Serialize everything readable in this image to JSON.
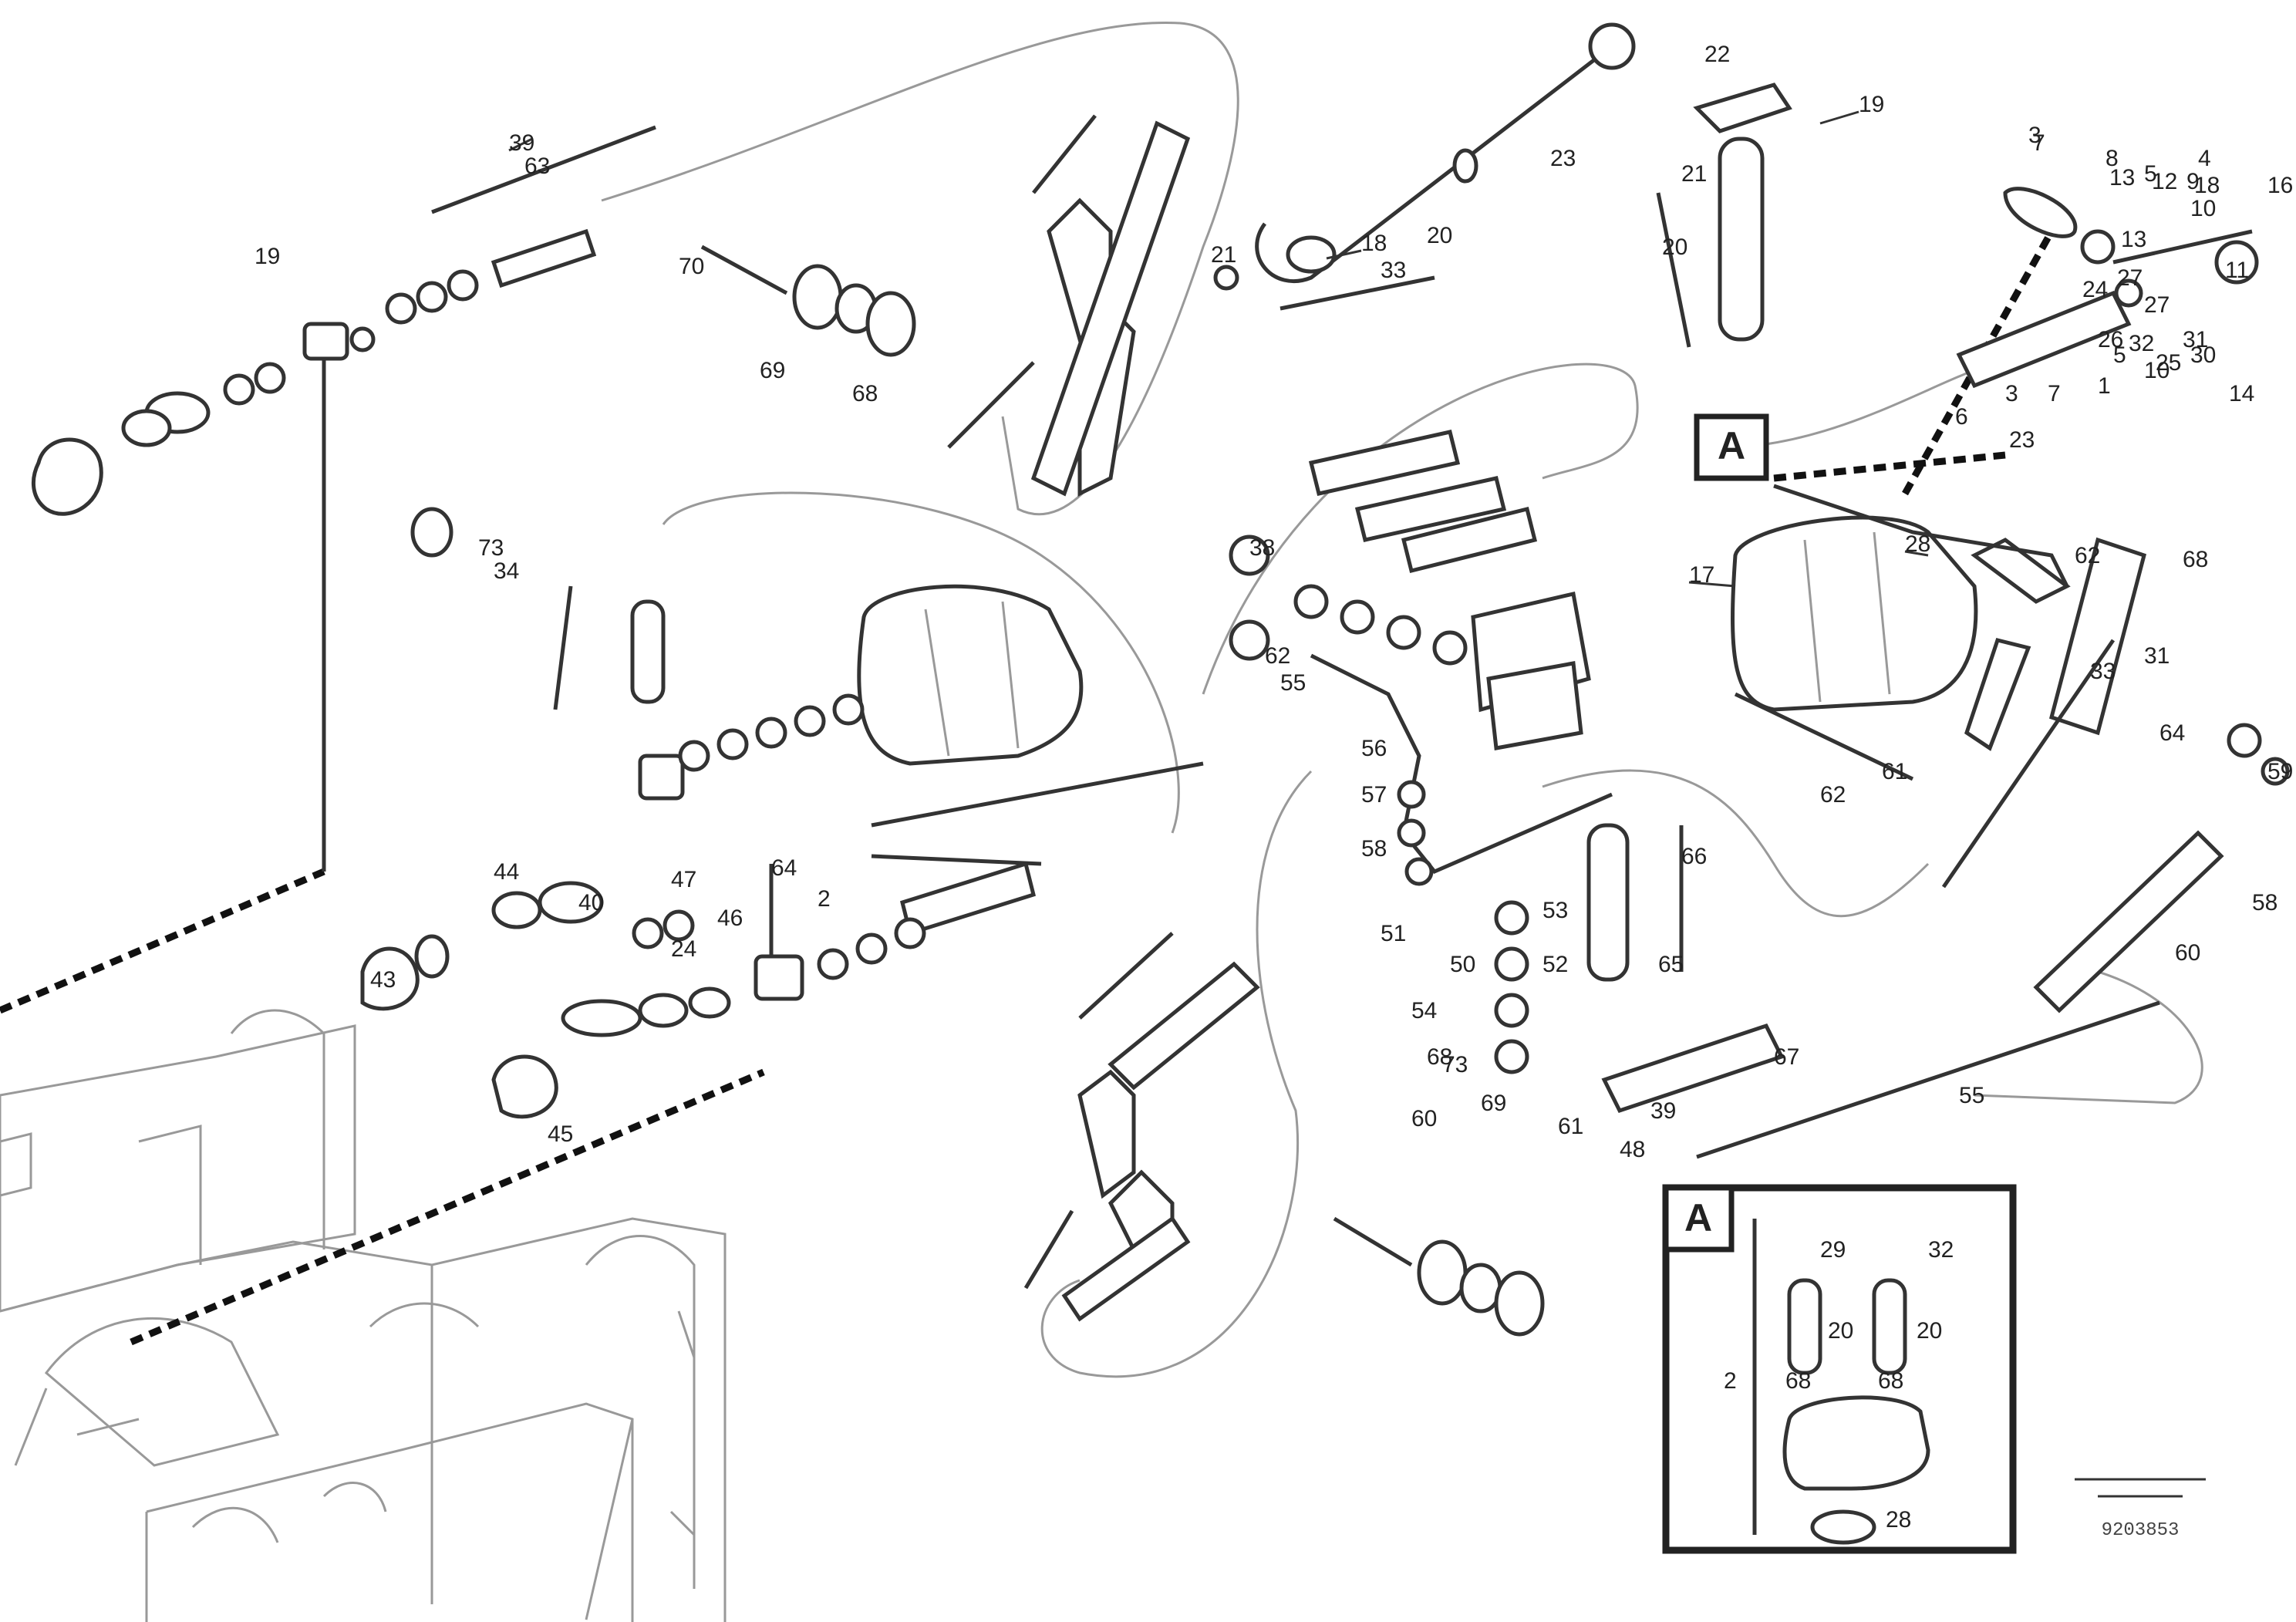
{
  "detail_ref": "A",
  "inset": {
    "ref_label": "A",
    "labels": [
      "29",
      "32",
      "20",
      "20",
      "68",
      "68",
      "2",
      "28"
    ]
  },
  "drawing_number": "9203853",
  "part_labels": [
    "39",
    "73",
    "19",
    "70",
    "69",
    "68",
    "21",
    "33",
    "18",
    "20",
    "23",
    "22",
    "21",
    "20",
    "19",
    "7",
    "13",
    "3",
    "8",
    "5",
    "4",
    "9",
    "10",
    "12",
    "13",
    "11",
    "1",
    "3",
    "5",
    "6",
    "7",
    "23",
    "14",
    "10",
    "18",
    "16",
    "27",
    "24",
    "25",
    "26",
    "27",
    "31",
    "32",
    "30",
    "17",
    "28",
    "68",
    "62",
    "31",
    "33",
    "67",
    "65",
    "61",
    "62",
    "64",
    "59",
    "58",
    "60",
    "55",
    "52",
    "53",
    "62",
    "38",
    "55",
    "56",
    "57",
    "58",
    "51",
    "50",
    "54",
    "68",
    "69",
    "73",
    "60",
    "61",
    "39",
    "66",
    "48",
    "40",
    "45",
    "43",
    "44",
    "47",
    "46",
    "24",
    "2",
    "64",
    "63",
    "34"
  ]
}
